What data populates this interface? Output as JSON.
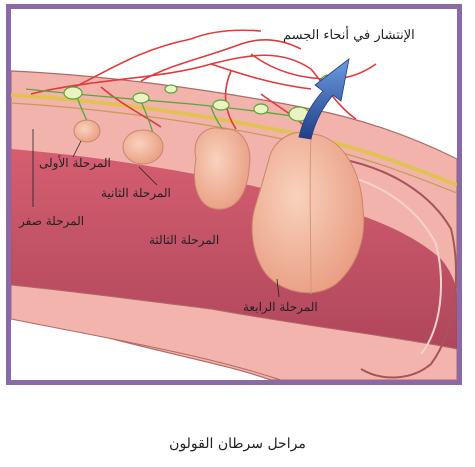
{
  "labels": {
    "spread": "الإنتشار في أنحاء الجسم",
    "stage_zero": "المرحلة صفر",
    "stage_one": "المرحلة الأولى",
    "stage_two": "المرحلة الثانية",
    "stage_three": "المرحلة الثالثة",
    "stage_four": "المرحلة الرابعة"
  },
  "caption": "مراحل سرطان القولون",
  "colors": {
    "frame": "#8a6aa6",
    "colon_wall": "#f0a9a2",
    "lumen": "#c8485e",
    "tumor": "#f2b89a",
    "vessel": "#e13a3a",
    "lymph": "#5aa63c",
    "arrow": "#2f5aa8"
  }
}
